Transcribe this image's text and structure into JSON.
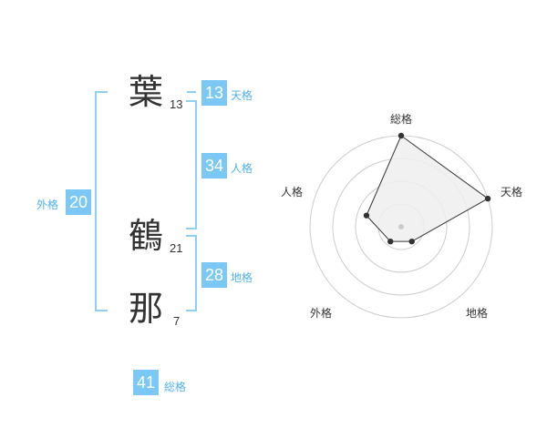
{
  "name_chars": [
    {
      "char": "葉",
      "strokes": "13"
    },
    {
      "char": "鶴",
      "strokes": "21"
    },
    {
      "char": "那",
      "strokes": "7"
    }
  ],
  "fortunes": {
    "tenkaku": {
      "value": "13",
      "label": "天格"
    },
    "jinkaku": {
      "value": "34",
      "label": "人格"
    },
    "chikaku": {
      "value": "28",
      "label": "地格"
    },
    "gaikaku": {
      "value": "20",
      "label": "外格"
    },
    "soukaku": {
      "value": "41",
      "label": "総格"
    }
  },
  "chart_data": {
    "type": "radar",
    "axes": [
      "総格",
      "天格",
      "地格",
      "外格",
      "人格"
    ],
    "values": [
      1.0,
      1.0,
      0.2,
      0.2,
      0.4
    ],
    "rings": 4,
    "colors": {
      "fill": "#eeeeee",
      "line": "#333333",
      "grid": "#cccccc",
      "accent": "#7cc8f5"
    }
  }
}
